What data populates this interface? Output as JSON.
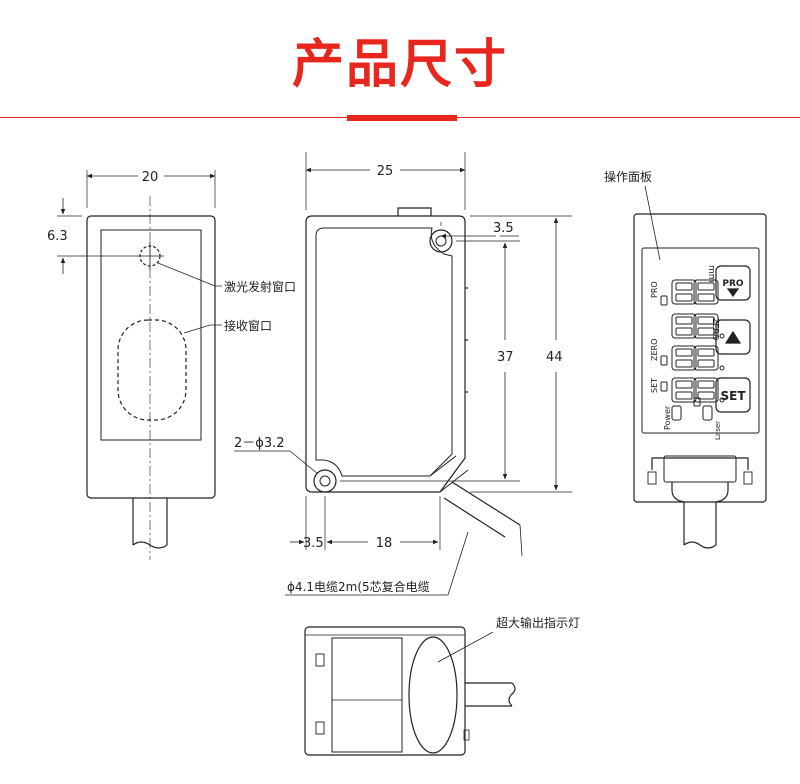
{
  "header": {
    "title": "产品尺寸"
  },
  "dimensions": {
    "front_width": "20",
    "laser_offset": "6.3",
    "side_width": "25",
    "hole_offset_top": "3.5",
    "hole_spacing": "37",
    "total_height": "44",
    "hole_spec": "2－ϕ3.2",
    "bottom_left": "3.5",
    "bottom_span": "18"
  },
  "callouts": {
    "laser_window": "激光发射窗口",
    "receive_window": "接收窗口",
    "operation_panel": "操作面板",
    "cable": "ϕ4.1电缆2m(5芯复合电缆",
    "indicator": "超大输出指示灯"
  },
  "panel": {
    "unit": "mm",
    "pro_label": "PRO",
    "zero_label": "ZERO",
    "set_label": "SET",
    "power_label": "Power",
    "laser_label": "Laser",
    "pro_button": "PRO",
    "zero_button": "ZERO",
    "set_button": "SET"
  }
}
